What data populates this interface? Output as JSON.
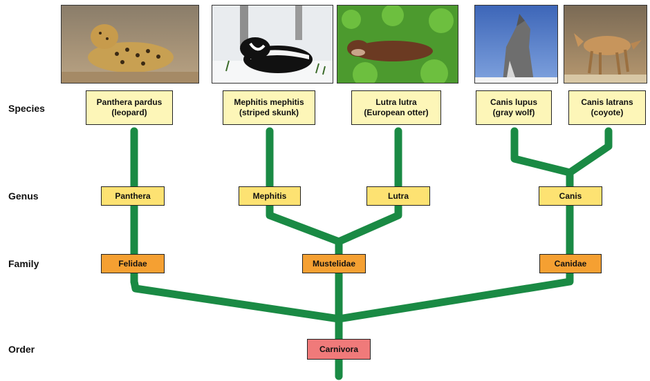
{
  "ranks": {
    "species": "Species",
    "genus": "Genus",
    "family": "Family",
    "order": "Order"
  },
  "species": [
    {
      "name": "Panthera pardus",
      "common": "(leopard)",
      "photo": "leopard"
    },
    {
      "name": "Mephitis mephitis",
      "common": "(striped skunk)",
      "photo": "striped skunk"
    },
    {
      "name": "Lutra lutra",
      "common": "(European otter)",
      "photo": "European otter"
    },
    {
      "name": "Canis lupus",
      "common": "(gray wolf)",
      "photo": "gray wolf"
    },
    {
      "name": "Canis latrans",
      "common": "(coyote)",
      "photo": "coyote"
    }
  ],
  "genera": [
    "Panthera",
    "Mephitis",
    "Lutra",
    "Canis"
  ],
  "families": [
    "Felidae",
    "Mustelidae",
    "Canidae"
  ],
  "order": "Carnivora",
  "colors": {
    "branch": "#1a8a44",
    "species_box": "#fdf6b8",
    "genus_box": "#fde272",
    "family_box": "#f5a032",
    "order_box": "#f07a7a"
  }
}
